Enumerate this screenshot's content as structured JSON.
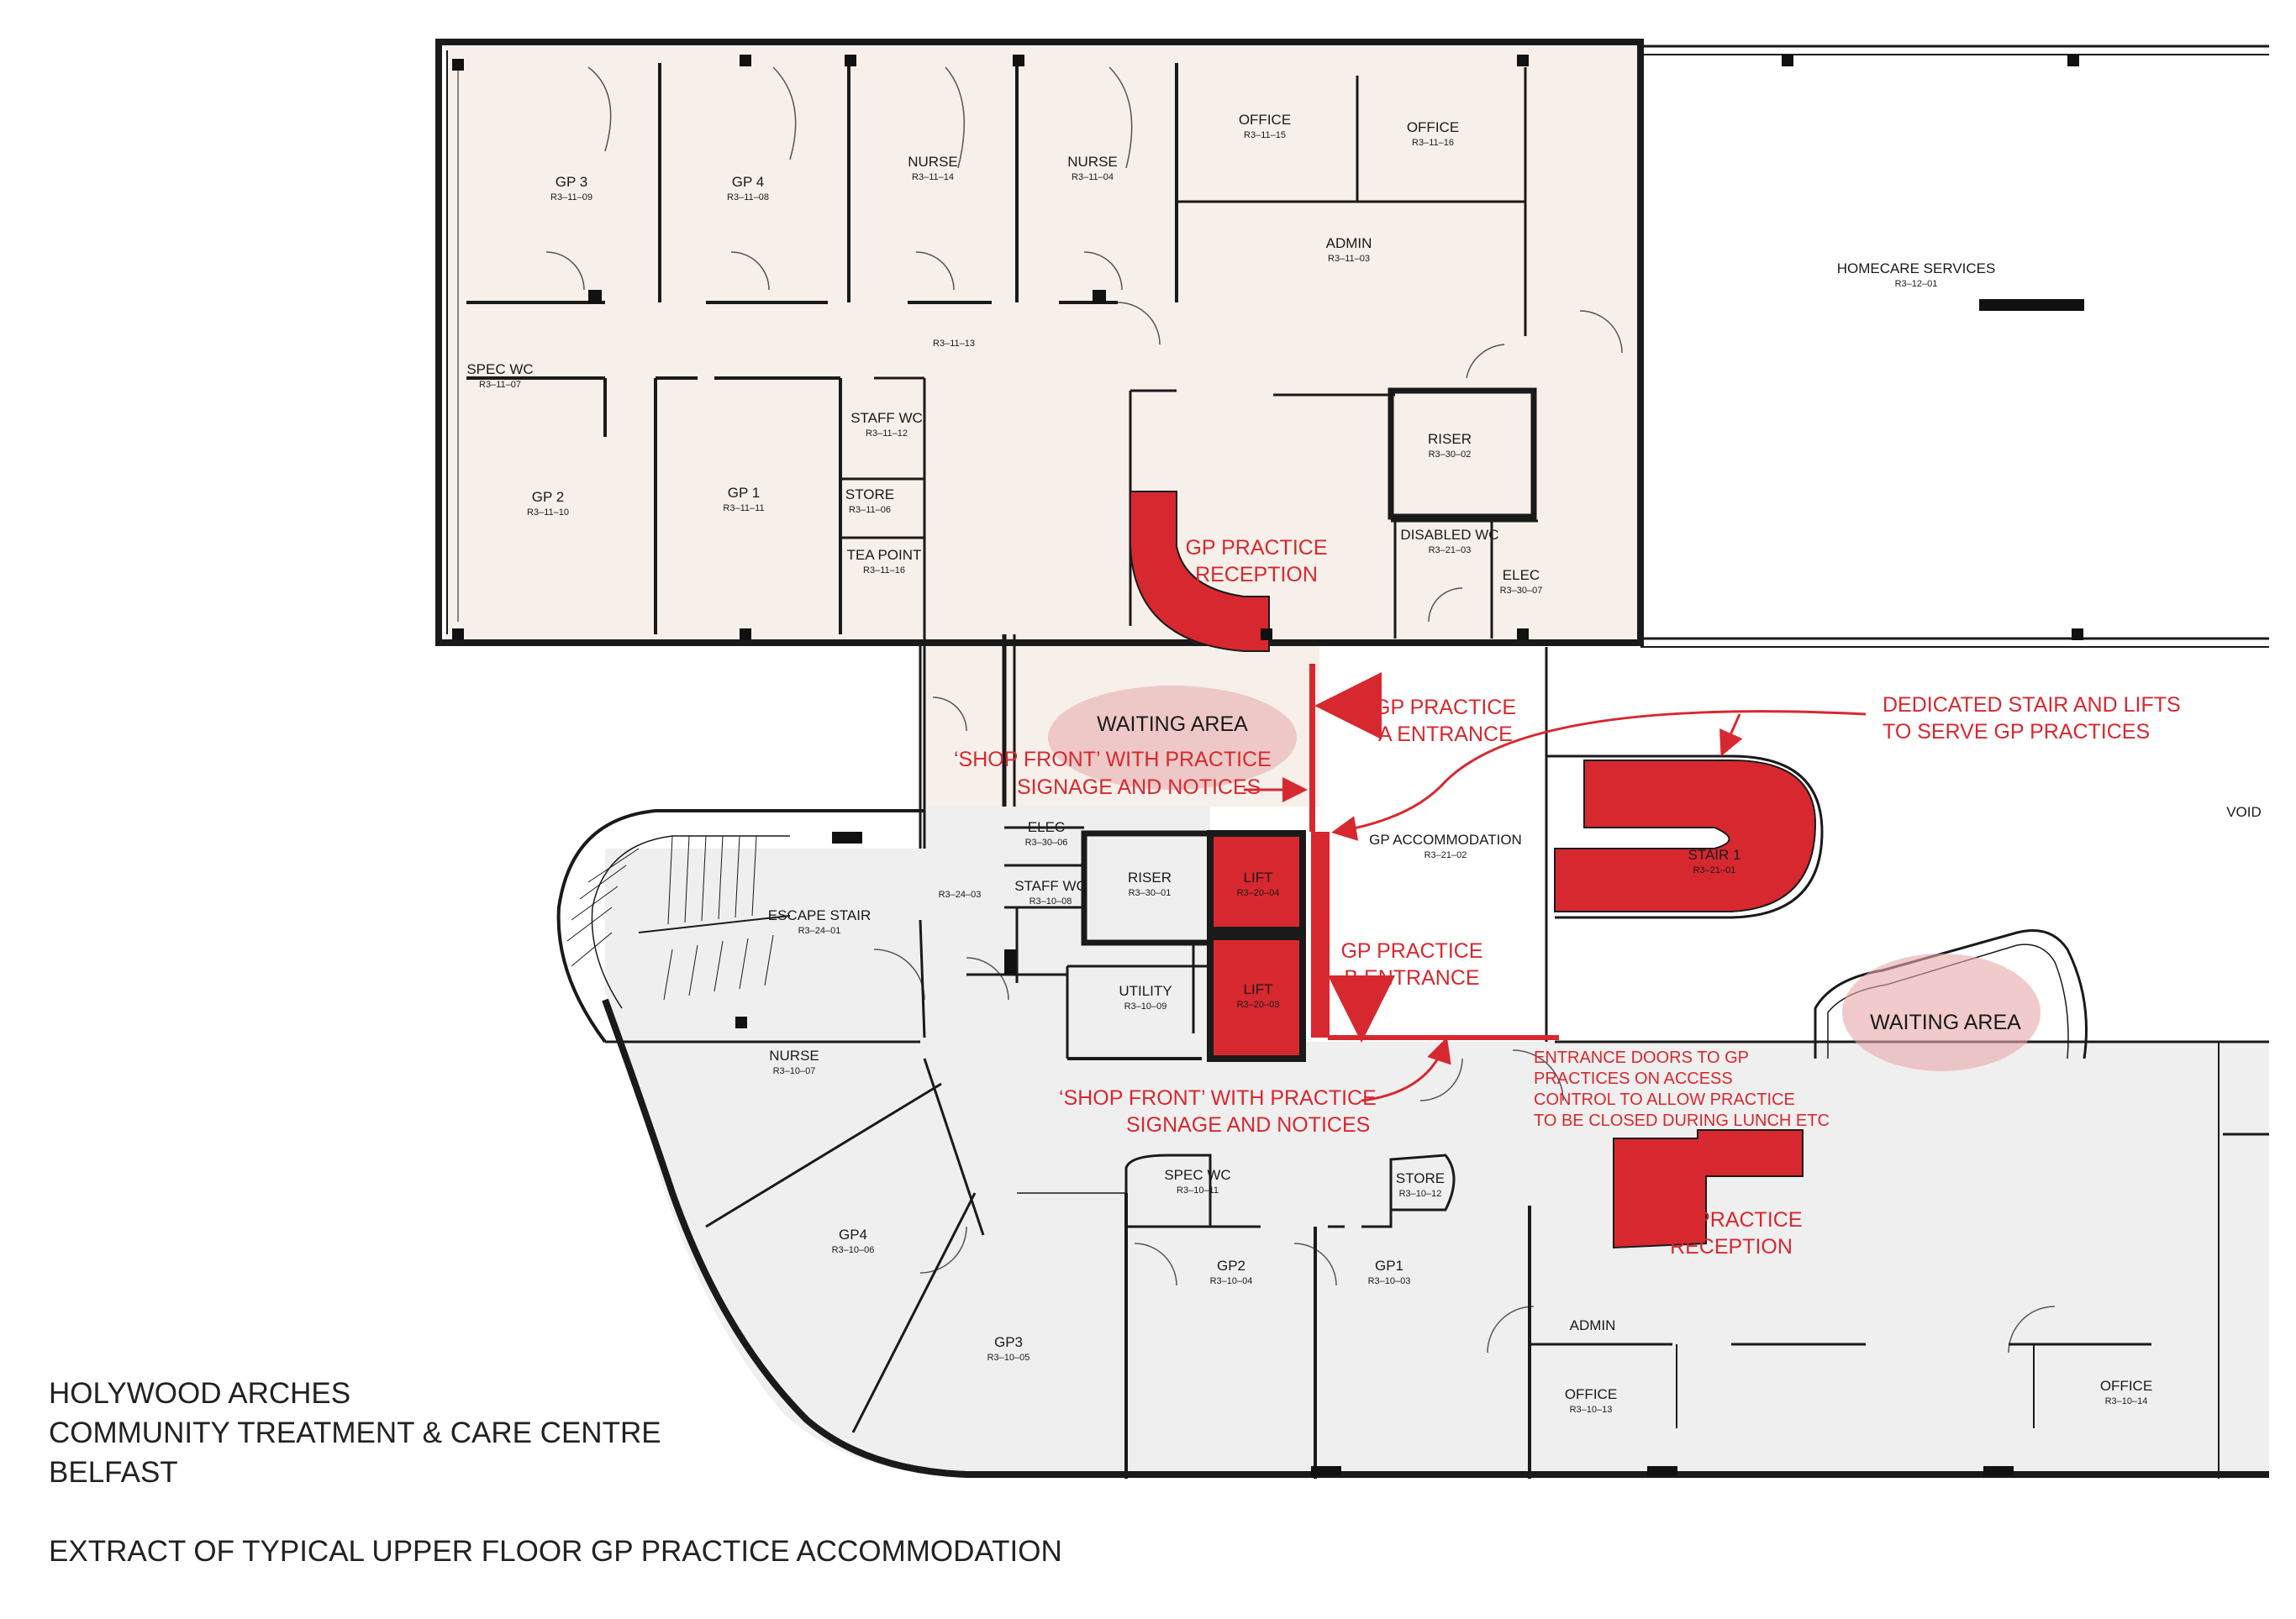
{
  "title_block": {
    "line1": "HOLYWOOD ARCHES",
    "line2": "COMMUNITY TREATMENT & CARE CENTRE",
    "line3": "BELFAST",
    "subtitle": "EXTRACT OF TYPICAL UPPER FLOOR GP PRACTICE ACCOMMODATION"
  },
  "colors": {
    "accent_red": "#d7282f",
    "upper_fill": "#f7efe9",
    "lower_fill": "#efefef",
    "wall": "#1a1a1a",
    "waiting_ellipse": "#e7a7a9"
  },
  "upper_rooms": [
    {
      "name": "GP 3",
      "code": "R3–11–09"
    },
    {
      "name": "GP 4",
      "code": "R3–11–08"
    },
    {
      "name": "NURSE",
      "code": "R3–11–14"
    },
    {
      "name": "NURSE",
      "code": "R3–11–04"
    },
    {
      "name": "OFFICE",
      "code": "R3–11–15"
    },
    {
      "name": "OFFICE",
      "code": "R3–11–16"
    },
    {
      "name": "ADMIN",
      "code": "R3–11–03"
    },
    {
      "name": "",
      "code": "R3–11–13"
    },
    {
      "name": "SPEC WC",
      "code": "R3–11–07"
    },
    {
      "name": "STAFF WC",
      "code": "R3–11–12"
    },
    {
      "name": "STORE",
      "code": "R3–11–06"
    },
    {
      "name": "TEA POINT",
      "code": "R3–11–16"
    },
    {
      "name": "GP 2",
      "code": "R3–11–10"
    },
    {
      "name": "GP 1",
      "code": "R3–11–11"
    },
    {
      "name": "RISER",
      "code": "R3–30–02"
    },
    {
      "name": "DISABLED WC",
      "code": "R3–21–03"
    },
    {
      "name": "ELEC",
      "code": "R3–30–07"
    },
    {
      "name": "HOMECARE SERVICES",
      "code": "R3–12–01"
    }
  ],
  "core_rooms": [
    {
      "name": "ELEC",
      "code": "R3–30–06"
    },
    {
      "name": "STAFF WC",
      "code": "R3–10–08"
    },
    {
      "name": "RISER",
      "code": "R3–30–01"
    },
    {
      "name": "LIFT",
      "code": "R3–20–04"
    },
    {
      "name": "LIFT",
      "code": "R3–20–03"
    },
    {
      "name": "UTILITY",
      "code": "R3–10–09"
    },
    {
      "name": "GP ACCOMMODATION",
      "code": "R3–21–02"
    },
    {
      "name": "STAIR 1",
      "code": "R3–21–01"
    },
    {
      "name": "ESCAPE STAIR",
      "code": "R3–24–01"
    },
    {
      "name": "",
      "code": "R3–24–03"
    },
    {
      "name": "VOID",
      "code": ""
    }
  ],
  "lower_rooms": [
    {
      "name": "NURSE",
      "code": "R3–10–07"
    },
    {
      "name": "GP4",
      "code": "R3–10–06"
    },
    {
      "name": "GP3",
      "code": "R3–10–05"
    },
    {
      "name": "SPEC WC",
      "code": "R3–10–11"
    },
    {
      "name": "GP2",
      "code": "R3–10–04"
    },
    {
      "name": "STORE",
      "code": "R3–10–12"
    },
    {
      "name": "GP1",
      "code": "R3–10–03"
    },
    {
      "name": "ADMIN",
      "code": ""
    },
    {
      "name": "OFFICE",
      "code": "R3–10–13"
    },
    {
      "name": "OFFICE",
      "code": "R3–10–14"
    }
  ],
  "annotations": {
    "reception_upper_1": "GP PRACTICE",
    "reception_upper_2": "RECEPTION",
    "waiting_upper": "WAITING AREA",
    "shopfront_upper_1": "‘SHOP FRONT’ WITH PRACTICE",
    "shopfront_upper_2": "SIGNAGE AND NOTICES",
    "entrance_a_1": "GP PRACTICE",
    "entrance_a_2": "A ENTRANCE",
    "stair_note_1": "DEDICATED STAIR AND LIFTS",
    "stair_note_2": "TO SERVE GP PRACTICES",
    "entrance_b_1": "GP PRACTICE",
    "entrance_b_2": "B ENTRANCE",
    "waiting_lower": "WAITING AREA",
    "shopfront_lower_1": "‘SHOP FRONT’ WITH PRACTICE",
    "shopfront_lower_2": "SIGNAGE AND NOTICES",
    "doors_note_1": "ENTRANCE DOORS TO GP",
    "doors_note_2": "PRACTICES ON ACCESS",
    "doors_note_3": "CONTROL TO ALLOW PRACTICE",
    "doors_note_4": "TO BE CLOSED DURING LUNCH ETC",
    "reception_lower_1": "GP PRACTICE",
    "reception_lower_2": "RECEPTION"
  }
}
